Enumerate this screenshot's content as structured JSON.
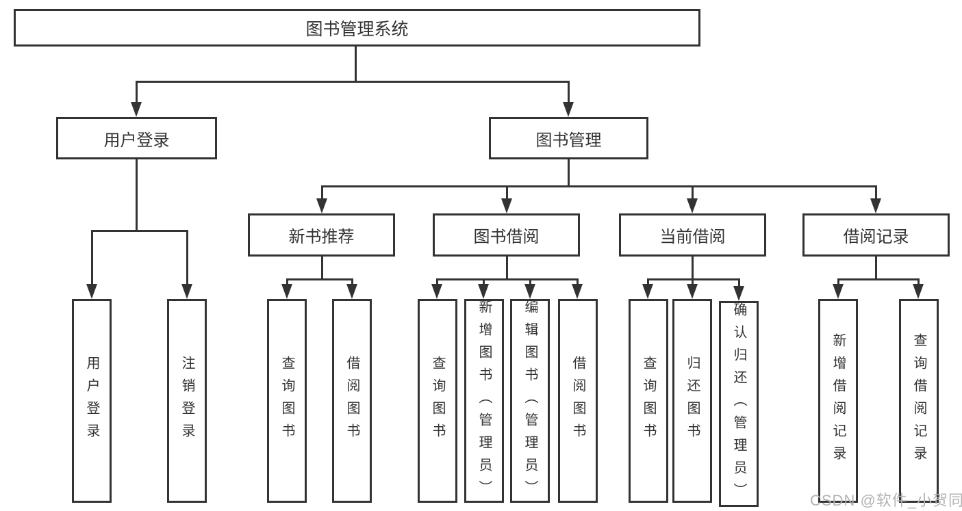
{
  "diagram": {
    "root": "图书管理系统",
    "level2": [
      "用户登录",
      "图书管理"
    ],
    "login_children": [
      "用户登录",
      "注销登录"
    ],
    "level3": [
      "新书推荐",
      "图书借阅",
      "当前借阅",
      "借阅记录"
    ],
    "group1": [
      "查询图书",
      "借阅图书"
    ],
    "group2": [
      "查询图书",
      "新增图书（管理员）",
      "编辑图书（管理员）",
      "借阅图书"
    ],
    "group3": [
      "查询图书",
      "归还图书",
      "确认归还（管理员）"
    ],
    "group4": [
      "新增借阅记录",
      "查询借阅记录"
    ]
  },
  "watermark": {
    "text": "CSDN @软件_小贺同学"
  },
  "colors": {
    "line": "#333333",
    "text": "#333333",
    "box_background": "#ffffff",
    "watermark": "#b3b3b3",
    "page_background": "#ffffff"
  }
}
